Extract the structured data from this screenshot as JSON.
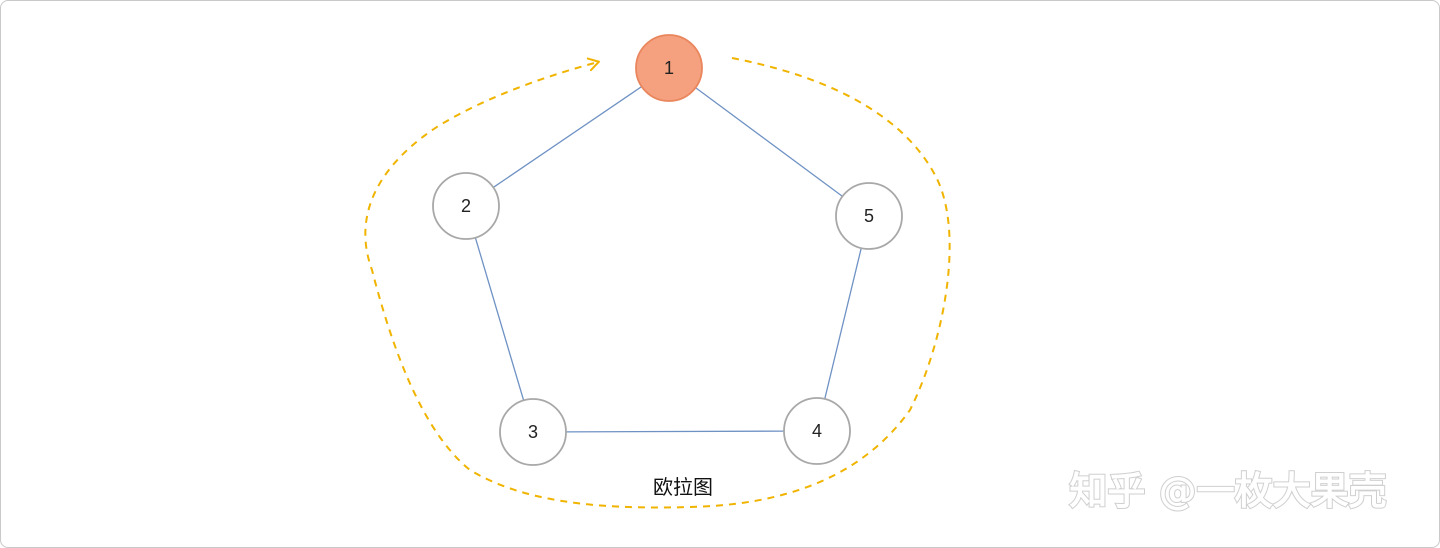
{
  "diagram": {
    "nodes": [
      {
        "id": "1",
        "label": "1",
        "highlighted": true
      },
      {
        "id": "2",
        "label": "2",
        "highlighted": false
      },
      {
        "id": "3",
        "label": "3",
        "highlighted": false
      },
      {
        "id": "4",
        "label": "4",
        "highlighted": false
      },
      {
        "id": "5",
        "label": "5",
        "highlighted": false
      }
    ],
    "edges": [
      {
        "from": "1",
        "to": "2"
      },
      {
        "from": "2",
        "to": "3"
      },
      {
        "from": "3",
        "to": "4"
      },
      {
        "from": "4",
        "to": "5"
      },
      {
        "from": "5",
        "to": "1"
      }
    ],
    "caption": "欧拉图",
    "traversal_direction": "clockwise-returning-to-1"
  },
  "watermark": {
    "text": "知乎 @一枚大果壳"
  },
  "colors": {
    "highlight_fill": "#f5a07e",
    "highlight_stroke": "#e9865d",
    "node_stroke": "#a8a8a8",
    "edge": "#6f92c4",
    "path": "#f0b400"
  }
}
